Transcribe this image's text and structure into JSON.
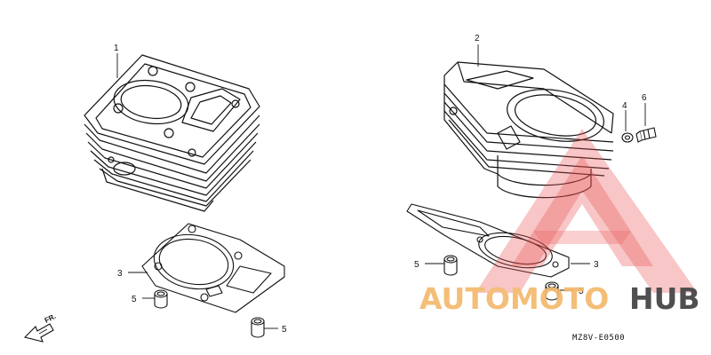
{
  "callouts": {
    "c1": "1",
    "c2": "2",
    "c3_left": "3",
    "c3_right": "3",
    "c4": "4",
    "c5_left_a": "5",
    "c5_left_b": "5",
    "c5_right_a": "5",
    "c5_right_b": "5",
    "c6": "6"
  },
  "direction_marker": "FR.",
  "drawing_code": "MZ8V-E0500",
  "watermark": {
    "part1": "AUTOMOTO",
    "part2": "HUB",
    "color_orange": "#f3b86a",
    "color_grey": "#3c3c3c",
    "color_red": "#e84b4b"
  }
}
